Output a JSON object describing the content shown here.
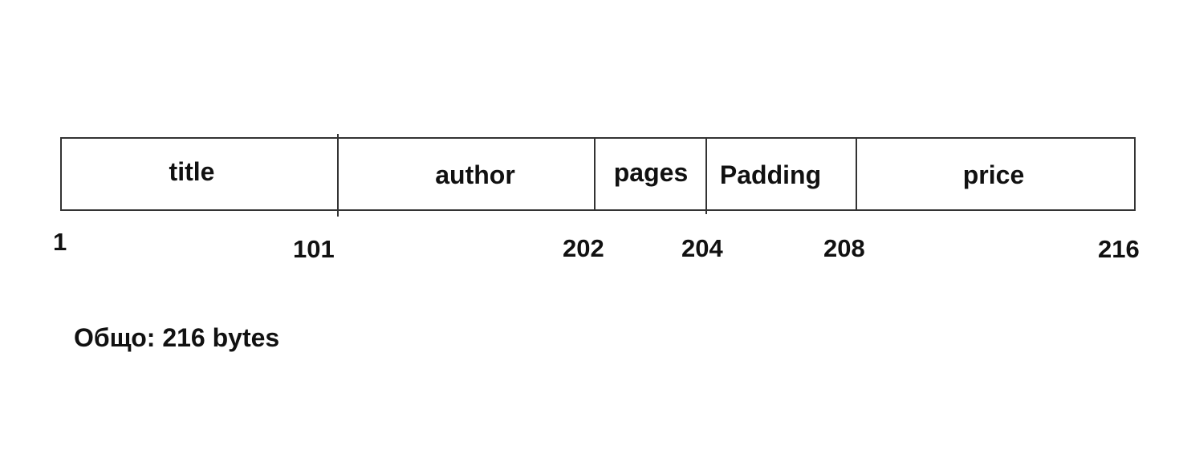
{
  "fields": [
    {
      "name": "title"
    },
    {
      "name": "author"
    },
    {
      "name": "pages"
    },
    {
      "name": "Padding"
    },
    {
      "name": "price"
    }
  ],
  "offsets": [
    "1",
    "101",
    "202",
    "204",
    "208",
    "216"
  ],
  "total": "Общо: 216 bytes"
}
